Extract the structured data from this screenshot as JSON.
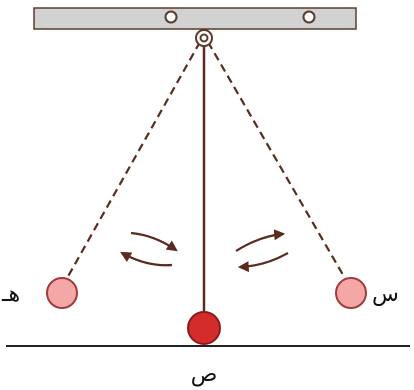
{
  "labels": {
    "left": "هـ",
    "right": "س",
    "bottom": "ص"
  },
  "colors": {
    "support_fill": "#d2d2d2",
    "support_stroke": "#5b3a2a",
    "string": "#5a2b1e",
    "bob_extreme": "#f4a7a7",
    "bob_center": "#d42b2b",
    "ground": "#222222",
    "arrows": "#5a2b1e"
  },
  "icons": {
    "pivot": "double-ring-pivot-icon",
    "swing_arrows_left": "curved-double-arrow-icon",
    "swing_arrows_right": "curved-double-arrow-icon"
  }
}
